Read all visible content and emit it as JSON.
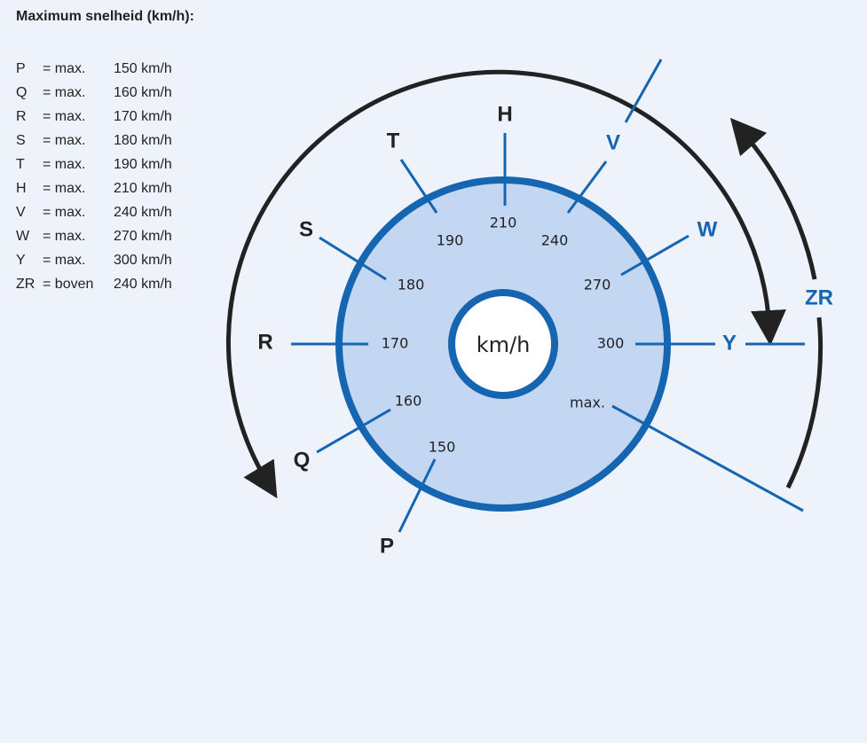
{
  "title": "Maximum snelheid (km/h):",
  "legend": [
    {
      "code": "P",
      "op": "= max.",
      "speed": "150 km/h"
    },
    {
      "code": "Q",
      "op": "= max.",
      "speed": "160 km/h"
    },
    {
      "code": "R",
      "op": "= max.",
      "speed": "170 km/h"
    },
    {
      "code": "S",
      "op": "= max.",
      "speed": "180 km/h"
    },
    {
      "code": "T",
      "op": "= max.",
      "speed": "190 km/h"
    },
    {
      "code": "H",
      "op": "= max.",
      "speed": "210 km/h"
    },
    {
      "code": "V",
      "op": "= max.",
      "speed": "240 km/h"
    },
    {
      "code": "W",
      "op": "= max.",
      "speed": "270 km/h"
    },
    {
      "code": "Y",
      "op": "= max.",
      "speed": "300 km/h"
    },
    {
      "code": "ZR",
      "op": "= boven",
      "speed": "240 km/h"
    }
  ],
  "dial": {
    "center": "km/h",
    "numbers": {
      "p": "150",
      "q": "160",
      "r": "170",
      "s": "180",
      "t": "190",
      "h": "210",
      "v": "240",
      "w": "270",
      "y": "300",
      "max": "max."
    },
    "letters": {
      "p": "P",
      "q": "Q",
      "r": "R",
      "s": "S",
      "t": "T",
      "h": "H",
      "v": "V",
      "w": "W",
      "y": "Y",
      "zr": "ZR"
    }
  },
  "colors": {
    "blue": "#1565b0",
    "fill": "#c3d6f2",
    "arrow": "#222222"
  }
}
